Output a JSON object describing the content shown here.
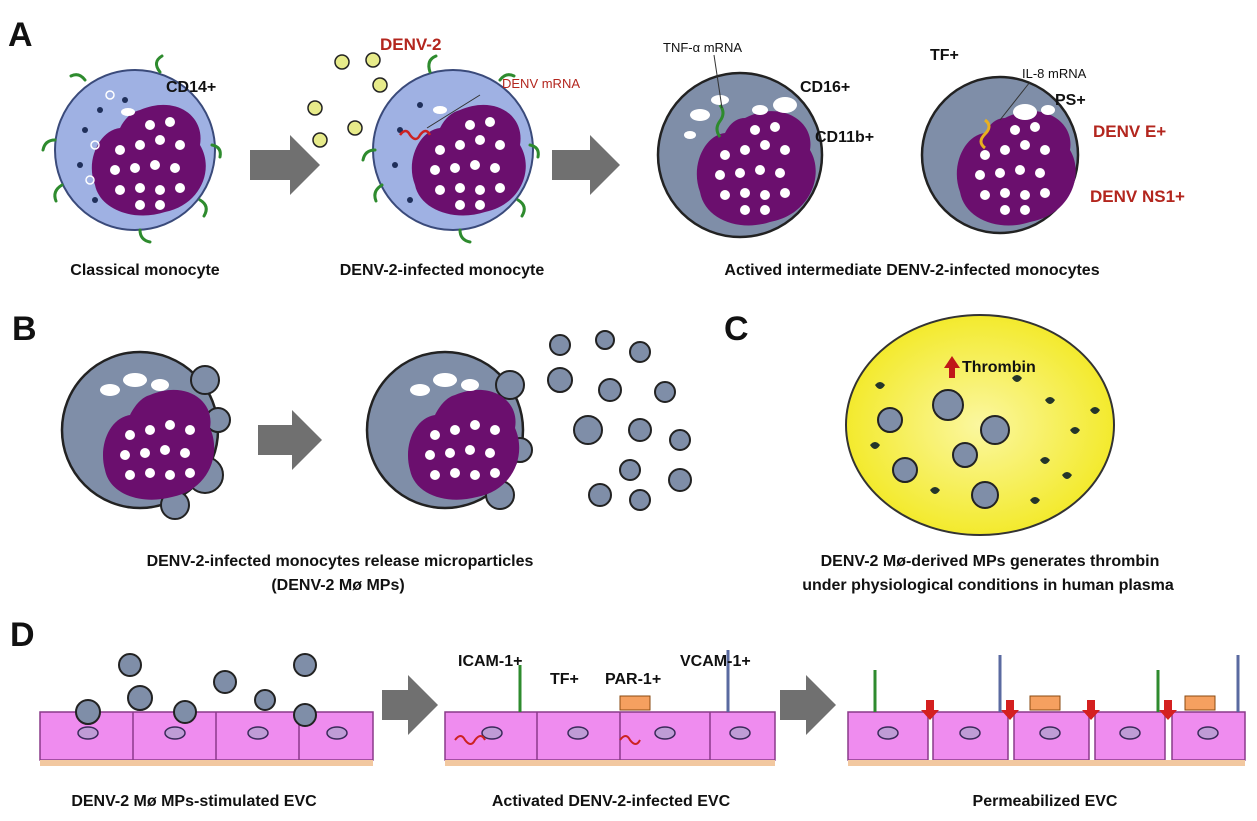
{
  "panels": {
    "A": {
      "letter": "A",
      "labels": {
        "cd14": "CD14+",
        "denv2": "DENV-2",
        "denv_mrna": "DENV mRNA",
        "tnf_mrna": "TNF-α mRNA",
        "cd16": "CD16+",
        "cd11b": "CD11b+",
        "tf": "TF+",
        "il8_mrna": "IL-8 mRNA",
        "ps": "PS+",
        "denv_e": "DENV E+",
        "denv_ns1": "DENV NS1+"
      },
      "captions": {
        "classical": "Classical  monocyte",
        "infected": "DENV-2-infected  monocyte",
        "activated": "Actived  intermediate  DENV-2-infected  monocytes"
      }
    },
    "B": {
      "letter": "B",
      "caption_line1": "DENV-2-infected  monocytes  release  microparticles",
      "caption_line2": "(DENV-2  Mø  MPs)"
    },
    "C": {
      "letter": "C",
      "thrombin": "Thrombin",
      "caption_line1": "DENV-2  Mø-derived  MPs  generates  thrombin",
      "caption_line2": "under  physiological  conditions  in  human  plasma"
    },
    "D": {
      "letter": "D",
      "labels": {
        "icam": "ICAM-1+",
        "tf": "TF+",
        "par": "PAR-1+",
        "vcam": "VCAM-1+"
      },
      "captions": {
        "stimulated": "DENV-2  Mø  MPs-stimulated  EVC",
        "activated": "Activated  DENV-2-infected  EVC",
        "permeabilized": "Permeabilized  EVC"
      }
    }
  },
  "colors": {
    "monocyte_blue": "#9fb1e3",
    "activated_gray": "#7f8ea8",
    "nucleus": "#6b0f6e",
    "arrow": "#707070",
    "plasma_yellow": "#f7ef3d",
    "endothelium": "#ef8cef",
    "label_red": "#b3261e"
  }
}
